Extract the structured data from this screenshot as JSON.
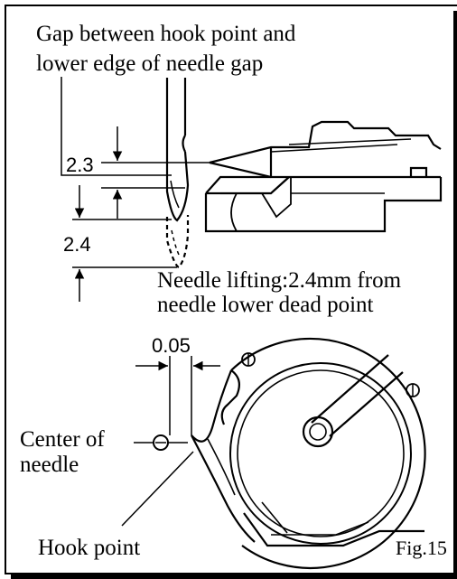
{
  "labels": {
    "gap_title_line1": "Gap between hook point and",
    "gap_title_line2": "lower edge of needle gap",
    "dim_gap": "2.3",
    "dim_lift": "2.4",
    "lift_line1": "Needle lifting:2.4mm from",
    "lift_line2": "needle lower dead point",
    "dim_clearance": "0.05",
    "center_line1": "Center of",
    "center_line2": "needle",
    "hook_point": "Hook point",
    "fig_label": "Fig.15"
  },
  "colors": {
    "line": "#000000",
    "background": "#ffffff"
  }
}
